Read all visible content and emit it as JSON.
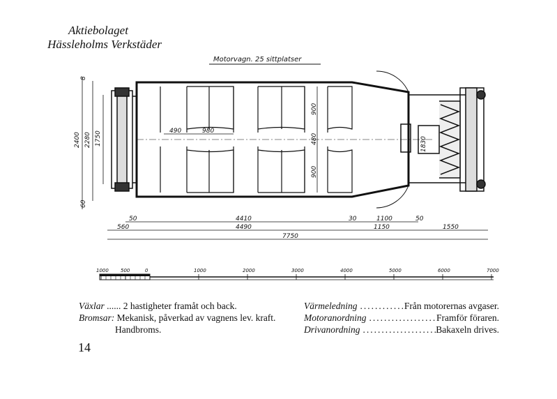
{
  "header": {
    "line1": "Aktiebolaget",
    "line2": "Hässleholms Verkstäder"
  },
  "drawing": {
    "title": "Motorvagn. 25 sittplatser",
    "height_dims": [
      "2400",
      "2280",
      "1750",
      "60",
      "8"
    ],
    "inner_dims": [
      "490",
      "980",
      "900",
      "480",
      "900",
      "1830"
    ],
    "bottom_row1": [
      "50",
      "4410",
      "30",
      "1100",
      "50"
    ],
    "bottom_row2": [
      "560",
      "4490",
      "1150",
      "1550"
    ],
    "bottom_total": "7750"
  },
  "scale": {
    "labels": [
      "1000",
      "500",
      "0",
      "1000",
      "2000",
      "3000",
      "4000",
      "5000",
      "6000",
      "7000"
    ]
  },
  "specs": {
    "vaxlar_key": "Växlar",
    "vaxlar_val": "...... 2 hastigheter framåt och back.",
    "bromsar_key": "Bromsar:",
    "bromsar_val": "Mekanisk, påverkad av vagnens lev. kraft.",
    "bromsar_val2": "Handbroms.",
    "varme_key": "Värmeledning",
    "varme_val": "Från motorernas avgaser.",
    "motor_key": "Motoranordning",
    "motor_val": "Framför föraren.",
    "driv_key": "Drivanordning",
    "driv_val": "Bakaxeln drives."
  },
  "page_number": "14"
}
